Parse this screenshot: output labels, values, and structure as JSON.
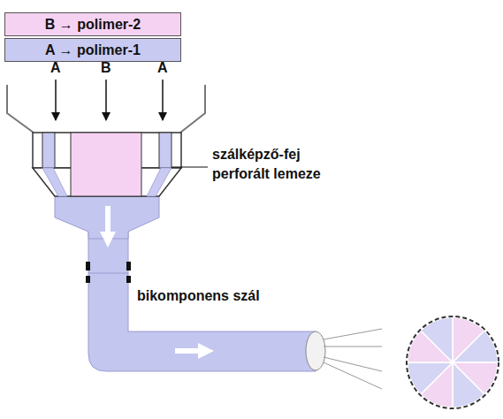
{
  "diagram": {
    "labels": [
      "A",
      "B",
      "A",
      "szálképző-fej perforált lemeze",
      "bikomponens szál"
    ],
    "legend": [
      {
        "text": "B → polimer-2",
        "color": "#f6d2f2"
      },
      {
        "text": "A → polimer-1",
        "color": "#c9caf2"
      }
    ]
  }
}
